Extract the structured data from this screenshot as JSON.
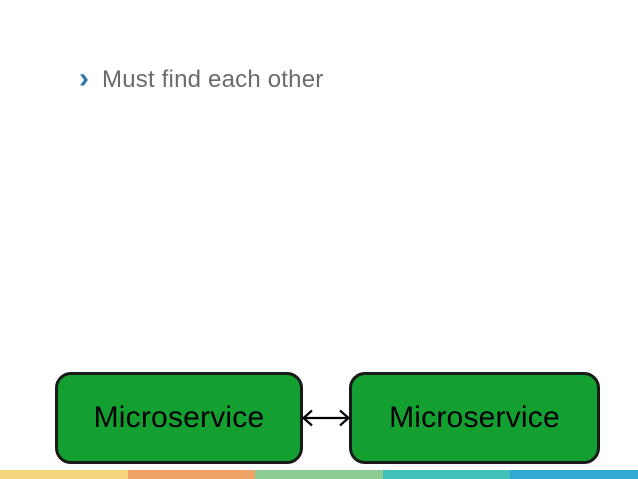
{
  "slide": {
    "bullet_item": {
      "marker": "›",
      "label": "Must find each other",
      "marker_color": "#2E74A8",
      "text_color": "#6B6B6B"
    },
    "diagram": {
      "boxes": [
        {
          "label": "Microservice"
        },
        {
          "label": "Microservice"
        }
      ],
      "box_fill": "#149F31",
      "box_border": "#1A1A1A",
      "connector": {
        "type": "double-headed-arrow",
        "color": "#000000"
      }
    },
    "footer_stripe": {
      "segments": [
        {
          "name": "yellow",
          "color": "#F5D77E"
        },
        {
          "name": "orange",
          "color": "#F0A468"
        },
        {
          "name": "green",
          "color": "#8CCB92"
        },
        {
          "name": "teal",
          "color": "#41C1BA"
        },
        {
          "name": "blue",
          "color": "#31A9D1"
        }
      ]
    }
  }
}
